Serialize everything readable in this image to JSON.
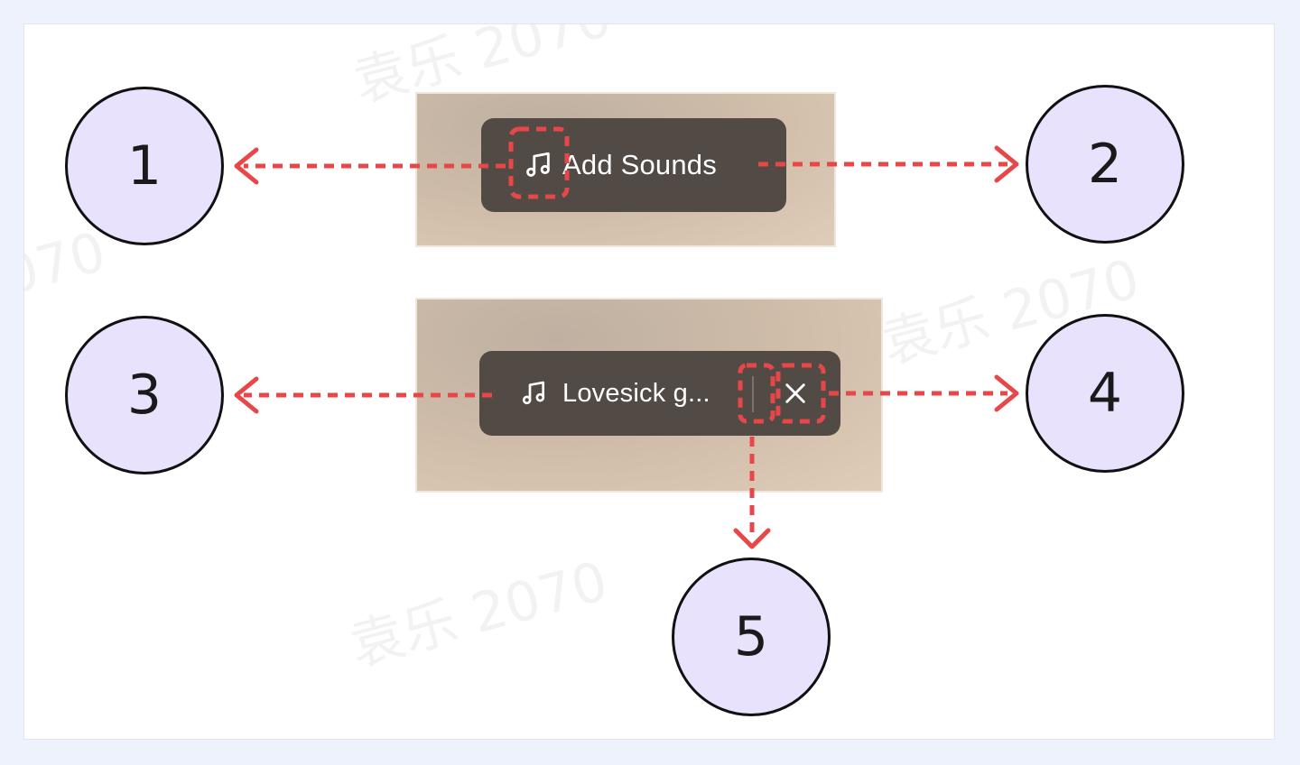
{
  "watermark": "袁乐 2070",
  "top_pill": {
    "icon": "music-note-icon",
    "label": "Add Sounds"
  },
  "bottom_pill": {
    "icon": "music-note-icon",
    "label": "Lovesick g...",
    "close_icon": "close-icon"
  },
  "callouts": [
    "1",
    "2",
    "3",
    "4",
    "5"
  ],
  "colors": {
    "highlight": "#e8474a",
    "circle_fill": "#e8e2fd",
    "pill_bg": "#524a44"
  }
}
